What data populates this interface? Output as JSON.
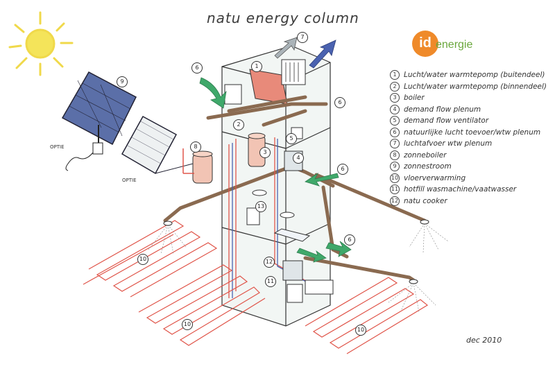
{
  "title": "natu energy column",
  "logo": {
    "badge": "id",
    "text": "energie"
  },
  "legend": [
    {
      "num": "1",
      "label": "Lucht/water warmtepomp (buitendeel)"
    },
    {
      "num": "2",
      "label": "Lucht/water warmtepomp (binnendeel)"
    },
    {
      "num": "3",
      "label": "boiler"
    },
    {
      "num": "4",
      "label": "demand flow plenum"
    },
    {
      "num": "5",
      "label": "demand flow ventilator"
    },
    {
      "num": "6",
      "label": "natuurlijke lucht toevoer/wtw plenum"
    },
    {
      "num": "7",
      "label": "luchtafvoer wtw plenum"
    },
    {
      "num": "8",
      "label": "zonneboiler"
    },
    {
      "num": "9",
      "label": "zonnestroom"
    },
    {
      "num": "10",
      "label": "vloerverwarming"
    },
    {
      "num": "11",
      "label": "hotfill wasmachine/vaatwasser"
    },
    {
      "num": "12",
      "label": "natu cooker"
    }
  ],
  "option_label_1": "OPTIE",
  "option_label_2": "OPTIE",
  "date": "dec 2010",
  "callouts": {
    "c1": "1",
    "c2": "2",
    "c3": "3",
    "c4": "4",
    "c5": "5",
    "c6a": "6",
    "c6b": "6",
    "c6c": "6",
    "c6d": "6",
    "c7": "7",
    "c8": "8",
    "c9": "9",
    "c10a": "10",
    "c10b": "10",
    "c10c": "10",
    "c11": "11",
    "c12": "12",
    "c13": "13"
  },
  "colors": {
    "sun": "#f4e45a",
    "hot_pipe": "#e0554a",
    "duct": "#8a6a50",
    "inflow_air": "#3fa86a",
    "exhaust_air": "#4a62b0",
    "panel": "#3a4b7c",
    "tank": "#f2c4b4",
    "logo": "#ef8a2a",
    "logo_text": "#6aa73c"
  }
}
